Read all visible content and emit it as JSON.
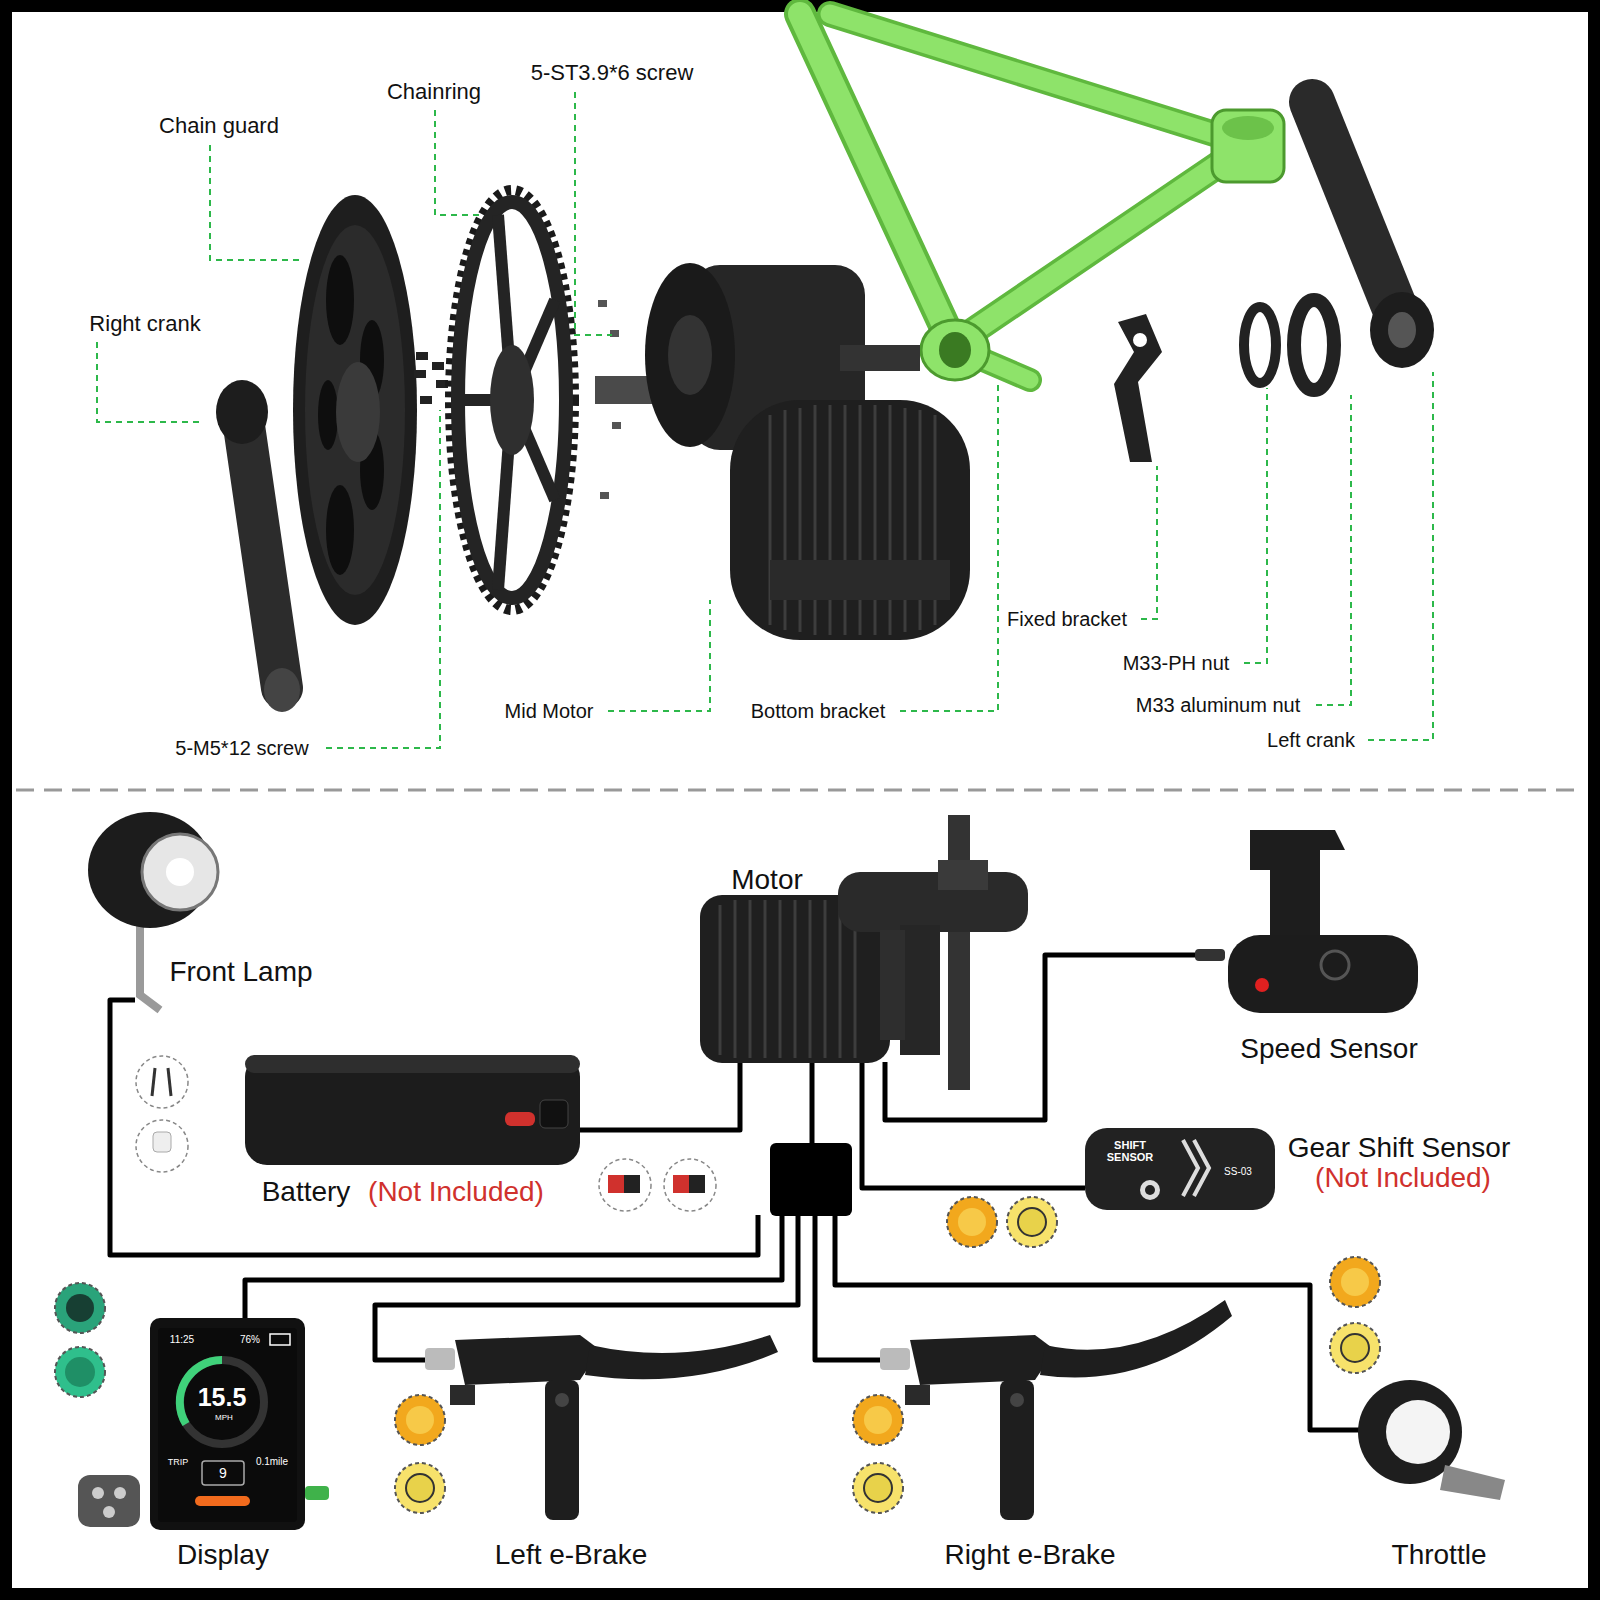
{
  "diagram": {
    "labels": [
      "Chain guard",
      "Chainring",
      "5-ST3.9*6 screw",
      "Right crank",
      "Fixed bracket",
      "M33-PH nut",
      "M33 aluminum nut",
      "Left crank",
      "Mid Motor",
      "Bottom bracket",
      "5-M5*12 screw",
      "Motor",
      "Front Lamp",
      "Speed Sensor",
      "Battery",
      "(Not Included)",
      "SHIFT SENSOR",
      "SS-03",
      "Gear Shift Sensor",
      "(Not Included)",
      "11:25",
      "76%",
      "15.5",
      "MPH",
      "TRIP",
      "9",
      "0.1mile",
      "Display",
      "Left e-Brake",
      "Right e-Brake",
      "Throttle"
    ]
  }
}
